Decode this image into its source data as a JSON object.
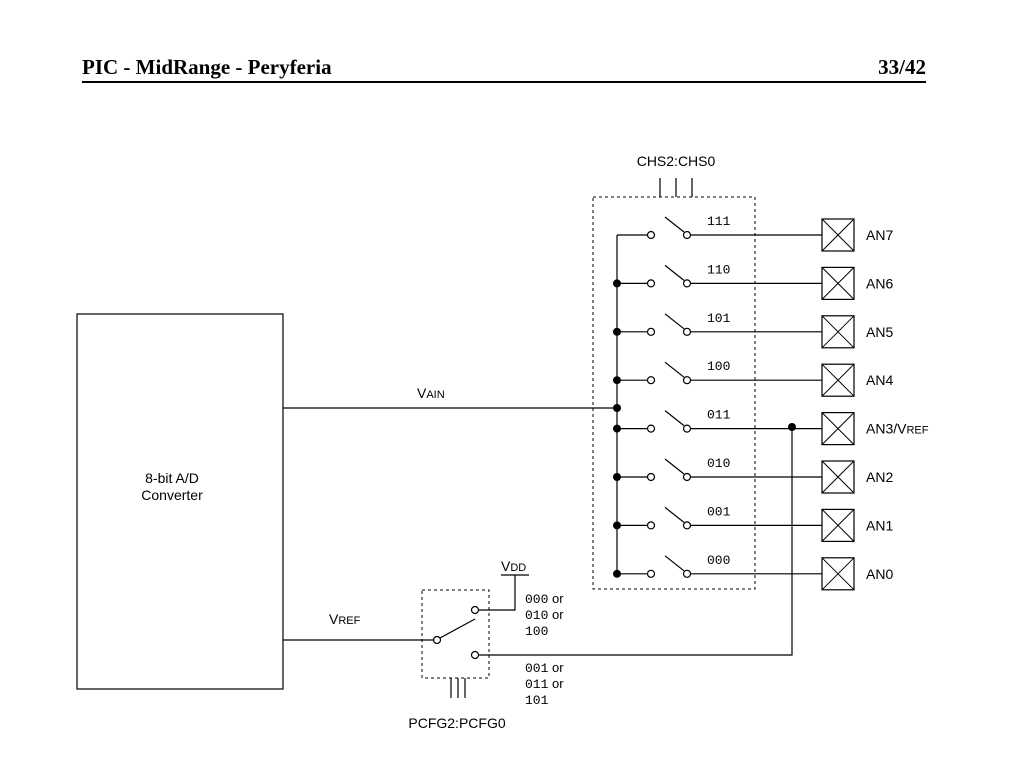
{
  "header": {
    "title": "PIC - MidRange - Peryferia",
    "page_number": "33/42"
  },
  "adc_block": {
    "line1": "8-bit A/D",
    "line2": "Converter"
  },
  "signals": {
    "vain": {
      "main": "V",
      "sub": "AIN"
    },
    "vref": {
      "main": "V",
      "sub": "REF"
    },
    "vdd": {
      "main": "V",
      "sub": "DD"
    }
  },
  "channel_select": "CHS2:CHS0",
  "reference_select": "PCFG2:PCFG0",
  "channels": [
    {
      "code": "111",
      "pin": "AN7"
    },
    {
      "code": "110",
      "pin": "AN6"
    },
    {
      "code": "101",
      "pin": "AN5"
    },
    {
      "code": "100",
      "pin": "AN4"
    },
    {
      "code": "011",
      "pin": "AN3/V",
      "pin_sub": "REF"
    },
    {
      "code": "010",
      "pin": "AN2"
    },
    {
      "code": "001",
      "pin": "AN1"
    },
    {
      "code": "000",
      "pin": "AN0"
    }
  ],
  "vdd_codes": [
    {
      "code": "000",
      "suffix": " or"
    },
    {
      "code": "010",
      "suffix": " or"
    },
    {
      "code": "100",
      "suffix": ""
    }
  ],
  "vref_codes": [
    {
      "code": "001",
      "suffix": " or"
    },
    {
      "code": "011",
      "suffix": " or"
    },
    {
      "code": "101",
      "suffix": ""
    }
  ]
}
